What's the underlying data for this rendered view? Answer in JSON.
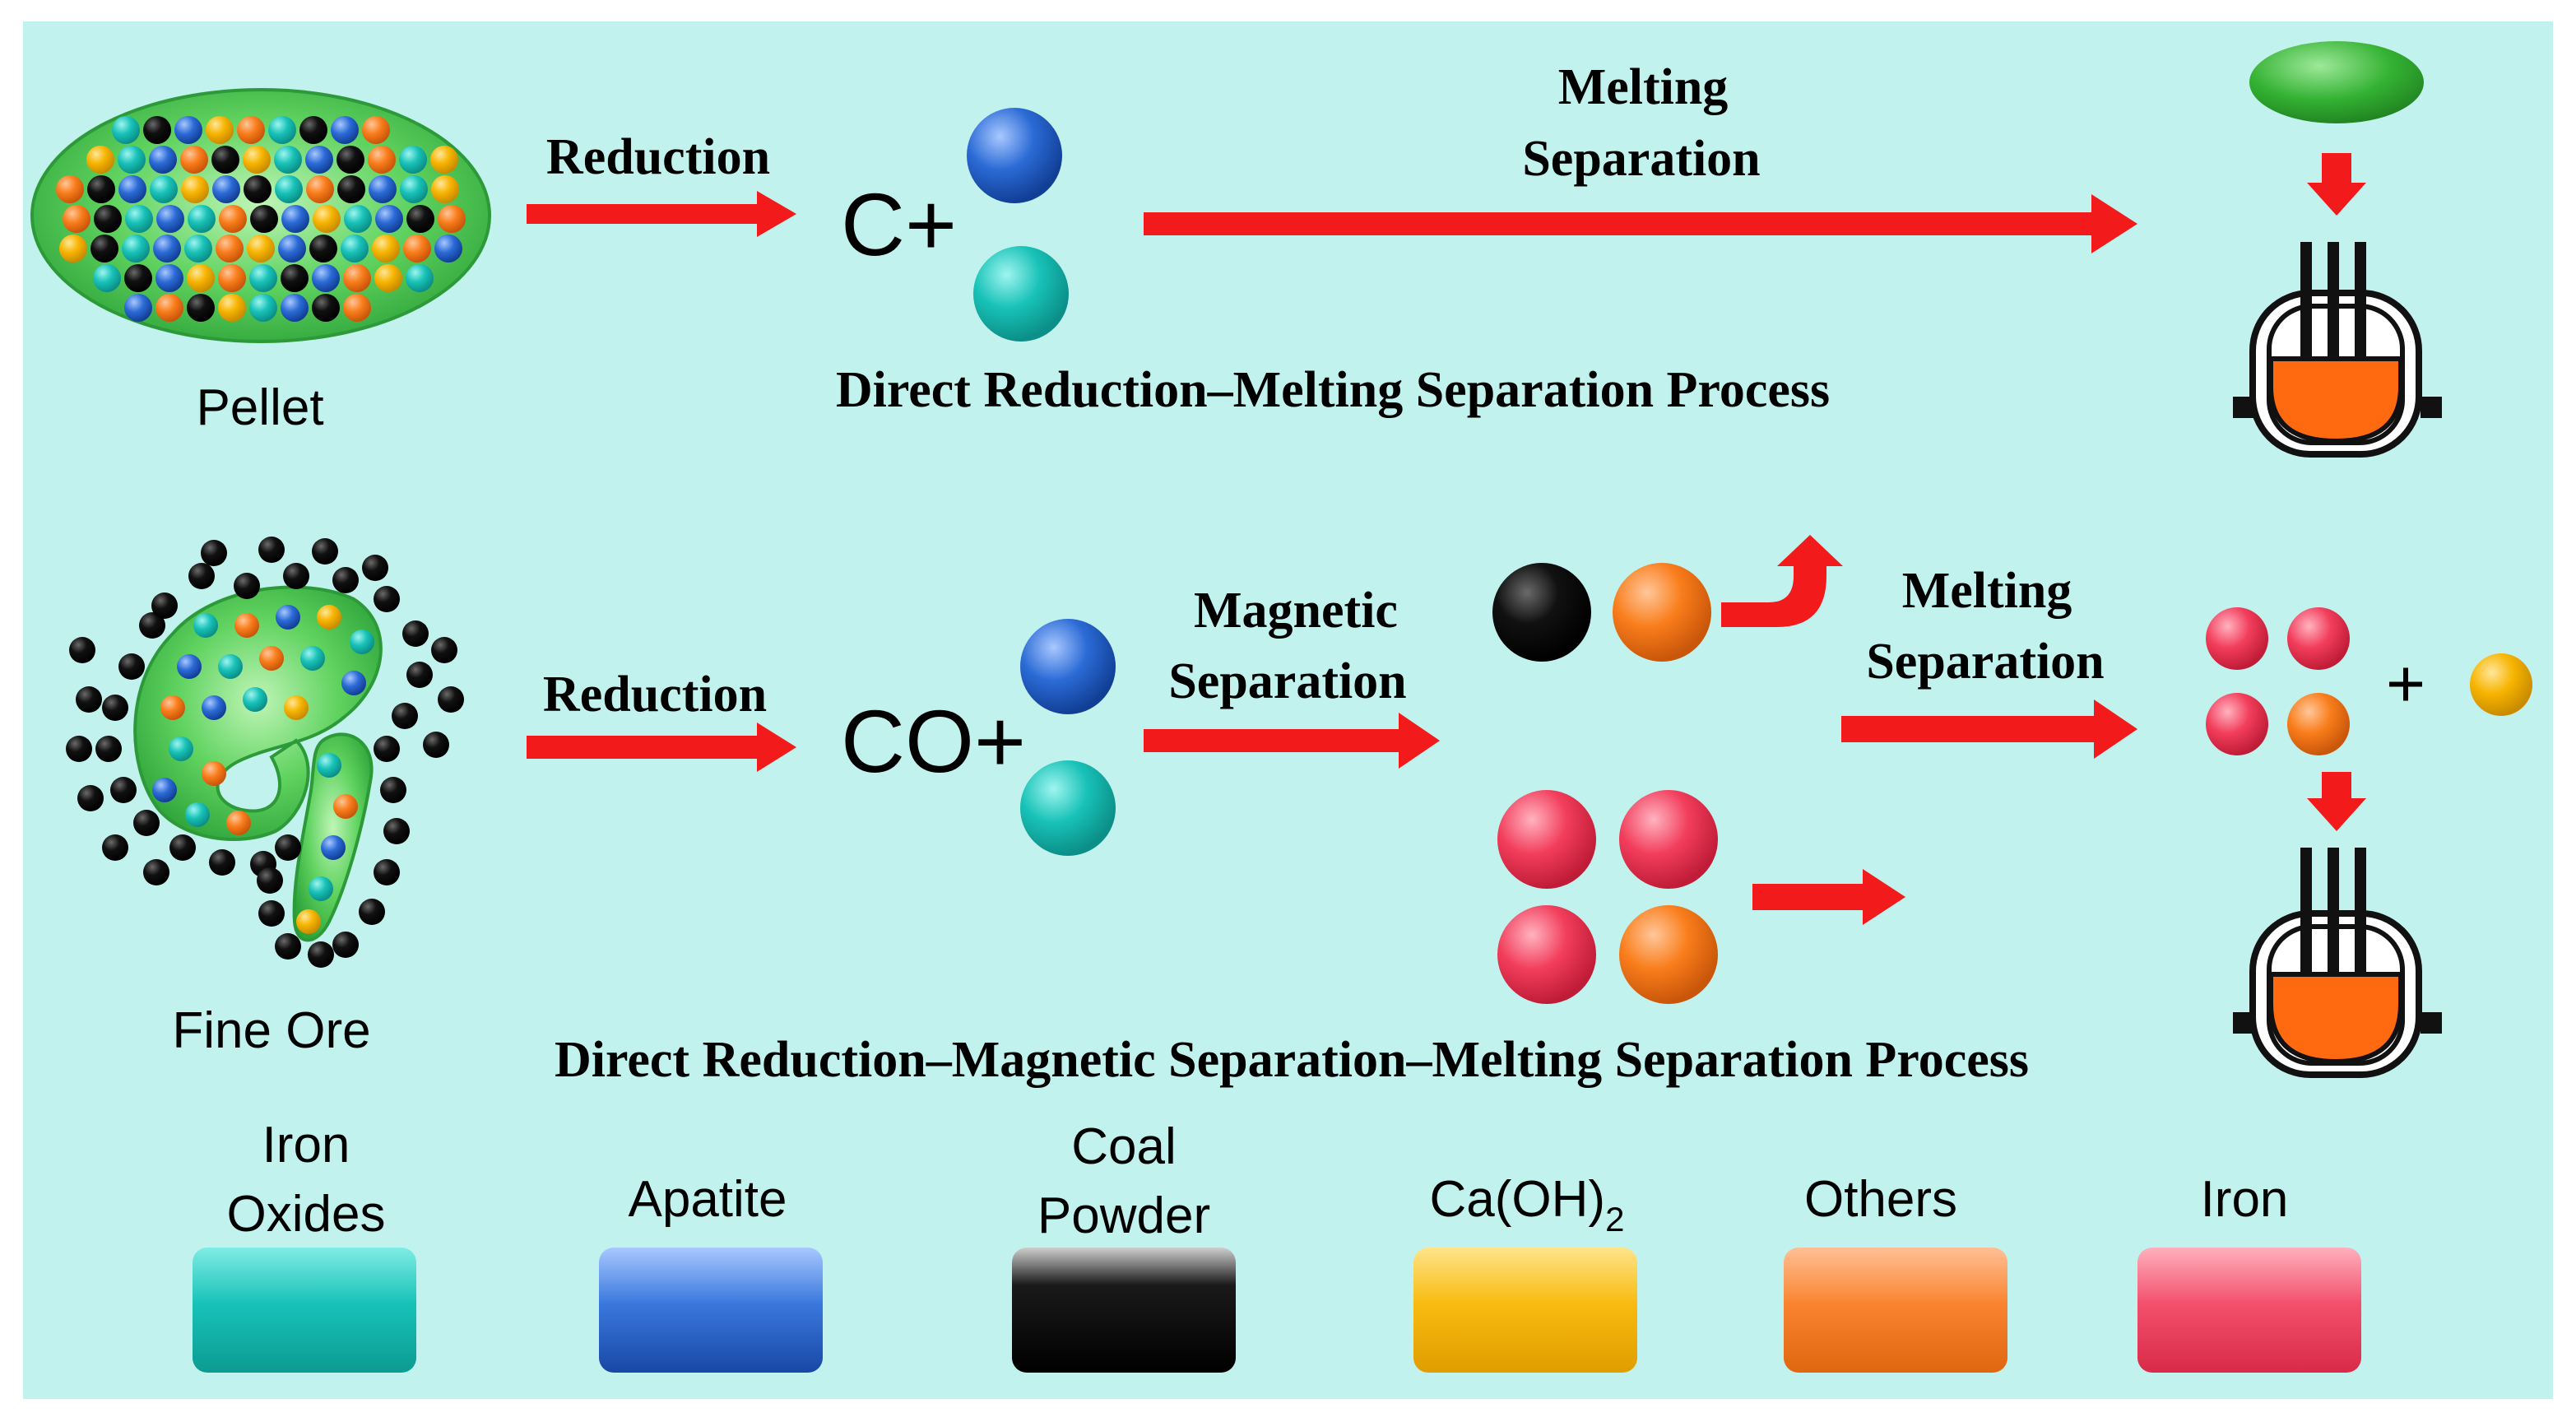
{
  "colors": {
    "background": "#c2f2ed",
    "arrow": "#f21a1a",
    "iron_oxides": "#18c2b8",
    "apatite": "#2b6bd6",
    "coal_powder": "#111111",
    "caoh2": "#f7b400",
    "others": "#f97d1b",
    "iron": "#f23e5c",
    "slag": "#34b233",
    "melt": "#ff6a10",
    "pellet_matrix": "#3cbf45"
  },
  "top_process": {
    "feed_label": "Pellet",
    "step1_label": "Reduction",
    "product_prefix": "C+",
    "step2_label_line1": "Melting",
    "step2_label_line2": "Separation",
    "process_title": "Direct Reduction–Melting Separation Process"
  },
  "bottom_process": {
    "feed_label": "Fine Ore",
    "step1_label": "Reduction",
    "product_prefix": "CO+",
    "step2_label_line1": "Magnetic",
    "step2_label_line2": "Separation",
    "step3_label_line1": "Melting",
    "step3_label_line2": "Separation",
    "plus_sign": "+",
    "process_title": "Direct Reduction–Magnetic Separation–Melting Separation Process"
  },
  "legend": [
    {
      "label_lines": [
        "Iron",
        "Oxides"
      ],
      "color_key": "iron_oxides"
    },
    {
      "label_lines": [
        "Apatite"
      ],
      "color_key": "apatite"
    },
    {
      "label_lines": [
        "Coal",
        "Powder"
      ],
      "color_key": "coal_powder"
    },
    {
      "label_lines": [
        "Ca(OH)",
        "2"
      ],
      "color_key": "caoh2"
    },
    {
      "label_lines": [
        "Others"
      ],
      "color_key": "others"
    },
    {
      "label_lines": [
        "Iron"
      ],
      "color_key": "iron"
    }
  ]
}
